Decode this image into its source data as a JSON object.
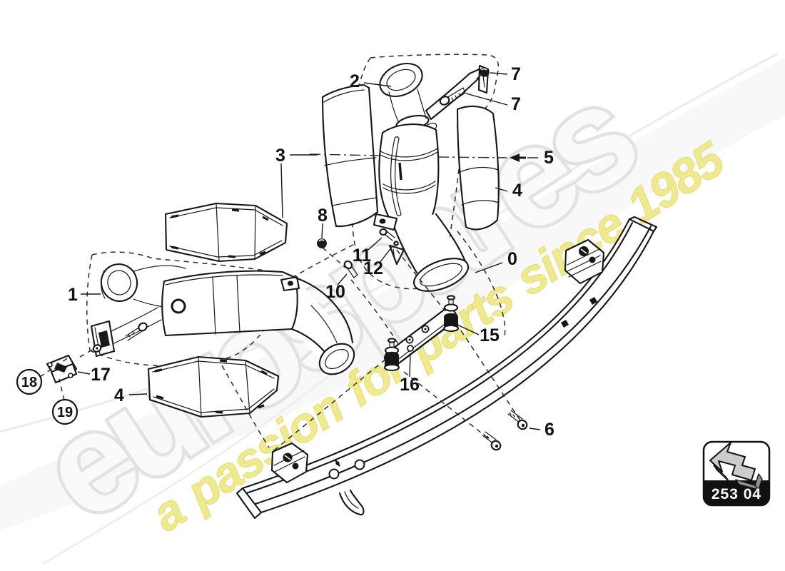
{
  "watermark": {
    "brand": "eurospares",
    "tagline": "a passion for parts since 1985",
    "brand_color": "#e2e2e2",
    "tagline_color": "#efe88a"
  },
  "badge": {
    "code": "253 04",
    "icon": "direction-arrow-icon",
    "band_color": "#111111"
  },
  "callouts": {
    "c0": "0",
    "c1": "1",
    "c2": "2",
    "c3": "3",
    "c4_right": "4",
    "c4_left": "4",
    "c5": "5",
    "c6": "6",
    "c7_top": "7",
    "c7_bottom": "7",
    "c8": "8",
    "c10": "10",
    "c11": "11",
    "c12": "12",
    "c15": "15",
    "c16": "16",
    "c17": "17",
    "c18": "18",
    "c19": "19"
  }
}
